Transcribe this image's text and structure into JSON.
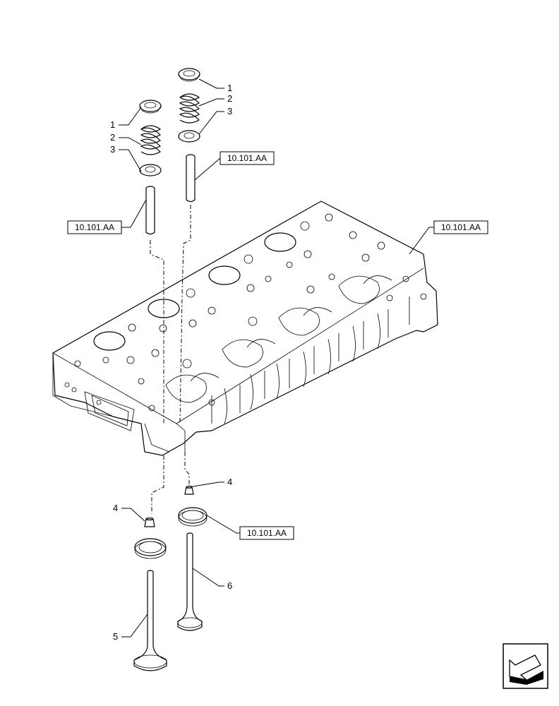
{
  "callouts": {
    "retainer_upper": "1",
    "spring_upper": "2",
    "seat_upper": "3",
    "retainer_left": "1",
    "spring_left": "2",
    "seat_left": "3",
    "collet_right": "4",
    "collet_left": "4",
    "valve_left": "5",
    "valve_right": "6"
  },
  "references": {
    "guide_right": "10.101.AA",
    "guide_left": "10.101.AA",
    "cylinder_head": "10.101.AA",
    "seal_ring": "10.101.AA"
  },
  "icons": {
    "nav": "next-page-arrow-icon"
  }
}
